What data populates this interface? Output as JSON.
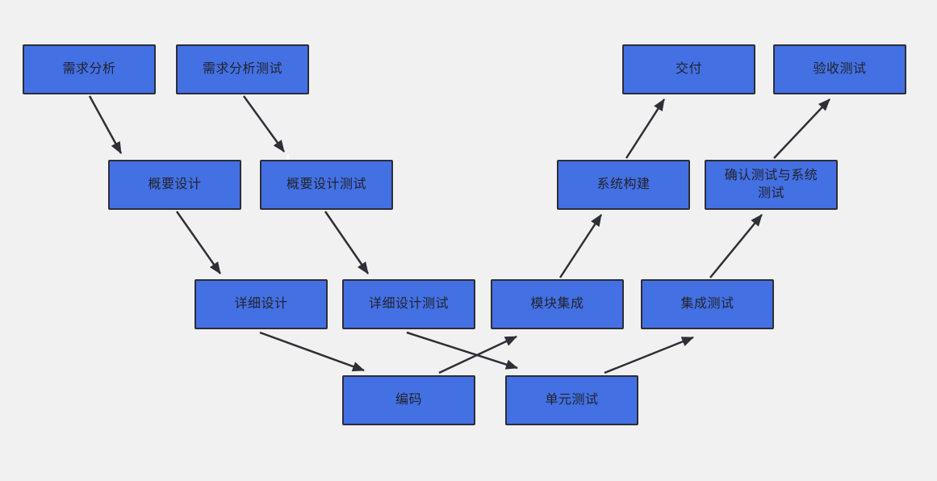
{
  "diagram": {
    "type": "flowchart",
    "subject": "v-model-software-process",
    "background_color": "#f1f1f1",
    "node_fill_color": "#4370e3",
    "node_border_color": "#2d2d38",
    "arrow_color": "#2f2f37",
    "text_color": "#23232d",
    "nodes": [
      {
        "id": "requirements-analysis",
        "label": "需求分析"
      },
      {
        "id": "requirements-analysis-test",
        "label": "需求分析测试"
      },
      {
        "id": "delivery",
        "label": "交付"
      },
      {
        "id": "acceptance-test",
        "label": "验收测试"
      },
      {
        "id": "high-level-design",
        "label": "概要设计"
      },
      {
        "id": "high-level-design-test",
        "label": "概要设计测试"
      },
      {
        "id": "system-build",
        "label": "系统构建"
      },
      {
        "id": "confirmation-and-system-test",
        "label": "确认测试与系统\n测试"
      },
      {
        "id": "detailed-design",
        "label": "详细设计"
      },
      {
        "id": "detailed-design-test",
        "label": "详细设计测试"
      },
      {
        "id": "module-integration",
        "label": "模块集成"
      },
      {
        "id": "integration-test",
        "label": "集成测试"
      },
      {
        "id": "coding",
        "label": "编码"
      },
      {
        "id": "unit-test",
        "label": "单元测试"
      }
    ],
    "edges": [
      {
        "from": "需求分析",
        "to": "概要设计"
      },
      {
        "from": "需求分析测试",
        "to": "概要设计测试"
      },
      {
        "from": "概要设计",
        "to": "详细设计"
      },
      {
        "from": "概要设计测试",
        "to": "详细设计测试"
      },
      {
        "from": "详细设计",
        "to": "编码"
      },
      {
        "from": "详细设计测试",
        "to": "单元测试"
      },
      {
        "from": "编码",
        "to": "模块集成"
      },
      {
        "from": "单元测试",
        "to": "集成测试"
      },
      {
        "from": "模块集成",
        "to": "系统构建"
      },
      {
        "from": "集成测试",
        "to": "确认测试与系统测试"
      },
      {
        "from": "系统构建",
        "to": "交付"
      },
      {
        "from": "确认测试与系统测试",
        "to": "验收测试"
      }
    ]
  }
}
